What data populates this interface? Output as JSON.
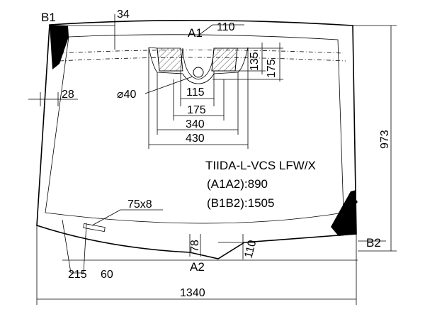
{
  "drawing": {
    "model_code": "TIIDA-L-VCS LFW/X",
    "a1a2": "(A1A2):890",
    "b1b2": "(B1B2):1505",
    "points": {
      "a1": "A1",
      "a2": "A2",
      "b1": "B1",
      "b2": "B2"
    },
    "dimensions": {
      "d34": "34",
      "d110_top": "110",
      "d135": "135",
      "d175_side": "175",
      "d973": "973",
      "d28": "28",
      "dia40": "⌀40",
      "d115": "115",
      "d175": "175",
      "d340": "340",
      "d430": "430",
      "d75x8": "75x8",
      "d78": "78",
      "d110_bottom": "110",
      "d215": "215",
      "d60": "60",
      "d1340": "1340"
    }
  }
}
